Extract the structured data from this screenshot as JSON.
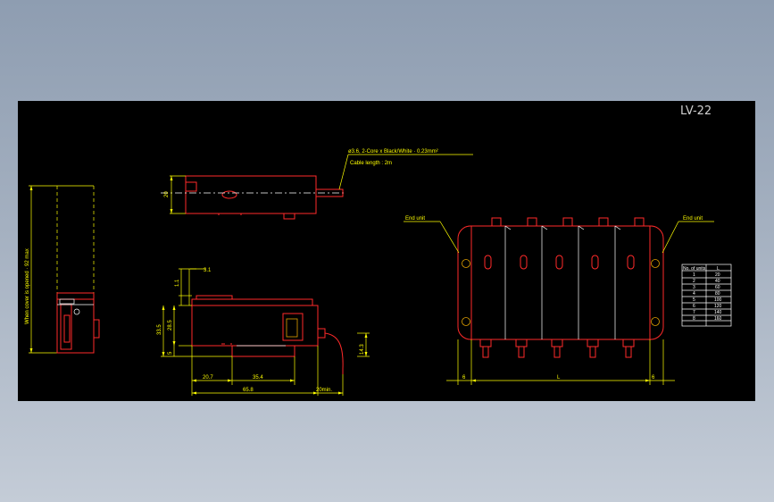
{
  "title": "LV-22",
  "cable_note": {
    "line1": "ø3.6, 2-Core x Black/White · 0.23mm²",
    "line2": "Cable length : 2m"
  },
  "cover_note": "When cover is opened · 92 max",
  "dimensions": {
    "height_20": "20",
    "d_3_1": "3.1",
    "d_1_1": "1.1",
    "d_33_5": "33.5",
    "d_28_5": "28.5",
    "d_5": "5",
    "d_14_3": "14.3",
    "d_20_7": "20.7",
    "d_35_4": "35.4",
    "d_65_8": "65.8",
    "d_20min": "20min.",
    "d_6_left": "6",
    "d_L": "L",
    "d_6_right": "6"
  },
  "end_unit_left": "End unit",
  "end_unit_right": "End unit",
  "table": {
    "headers": [
      "No. of units",
      "L"
    ],
    "rows": [
      [
        "1",
        "20"
      ],
      [
        "2",
        "40"
      ],
      [
        "3",
        "60"
      ],
      [
        "4",
        "80"
      ],
      [
        "5",
        "100"
      ],
      [
        "6",
        "120"
      ],
      [
        "7",
        "140"
      ],
      [
        "8",
        "160"
      ]
    ]
  }
}
